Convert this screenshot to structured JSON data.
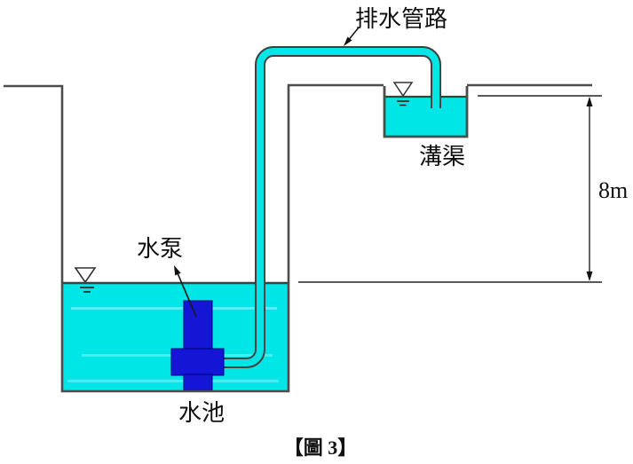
{
  "figure": {
    "caption": "【圖 3】",
    "labels": {
      "drainage_pipe": "排水管路",
      "ditch": "溝渠",
      "pump": "水泵",
      "pool": "水池"
    },
    "dimension": {
      "height": "8m"
    },
    "colors": {
      "water": "#00E5E5",
      "water_highlight": "#AFFFFF",
      "pump_body": "#1515D6",
      "structure_line": "#4D4D4D",
      "annotation_line": "#1A1A1A",
      "background": "#FFFFFF"
    },
    "icons": {
      "pool_water_level": "water-level-triangle-icon",
      "ditch_water_level": "water-level-triangle-icon",
      "dimension_arrows": "double-arrow-dimension-icon"
    }
  }
}
